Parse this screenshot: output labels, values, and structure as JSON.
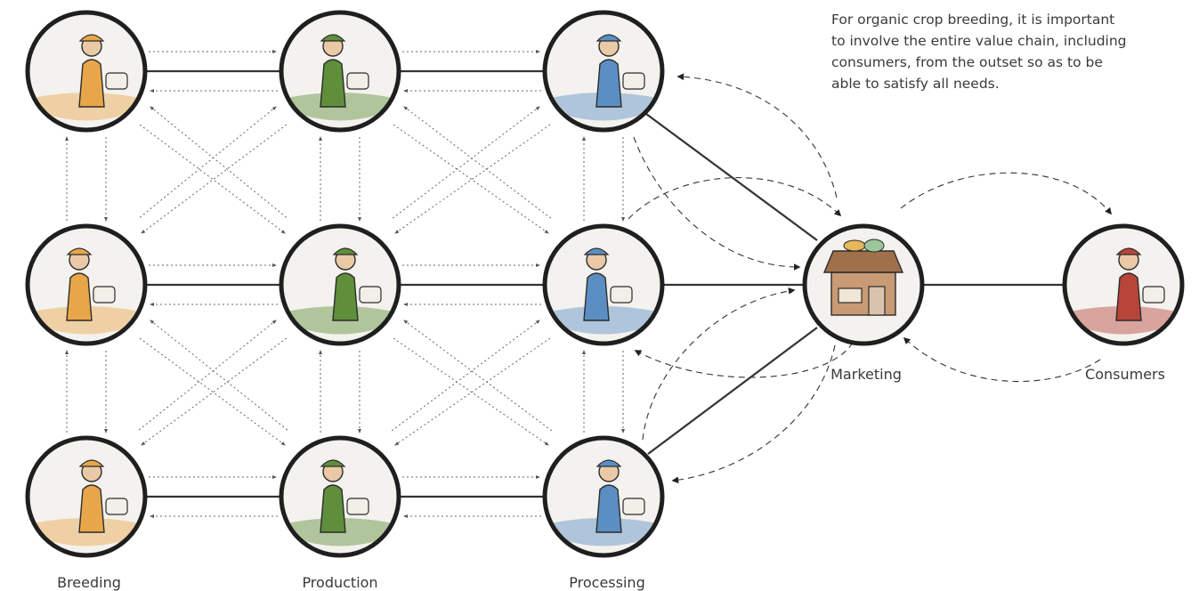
{
  "note": {
    "lines": [
      "For organic crop breeding, it is important",
      "to involve the entire value chain, including",
      "consumers, from the outset so as to be",
      "able to satisfy all needs."
    ]
  },
  "columns": {
    "breeding": "Breeding",
    "production": "Production",
    "processing": "Processing",
    "marketing": "Marketing",
    "consumers": "Consumers"
  },
  "nodes": [
    {
      "id": "breeding-scientist",
      "column": "breeding",
      "row": 1,
      "icon": "kneeling-researcher-icon",
      "accent": "#e8a64a"
    },
    {
      "id": "breeding-field-notes",
      "column": "breeding",
      "row": 2,
      "icon": "researcher-with-notebook-icon",
      "accent": "#e8a64a"
    },
    {
      "id": "breeding-livestock",
      "column": "breeding",
      "row": 3,
      "icon": "breeder-with-cow-icon",
      "accent": "#e8a64a"
    },
    {
      "id": "production-tractor",
      "column": "production",
      "row": 1,
      "icon": "tractor-icon",
      "accent": "#5f8f3a"
    },
    {
      "id": "production-hoeing",
      "column": "production",
      "row": 2,
      "icon": "farmer-hoeing-icon",
      "accent": "#5f8f3a"
    },
    {
      "id": "production-ox-plough",
      "column": "production",
      "row": 3,
      "icon": "farmer-with-ox-icon",
      "accent": "#5f8f3a"
    },
    {
      "id": "processing-miller",
      "column": "processing",
      "row": 1,
      "icon": "miller-with-sack-icon",
      "accent": "#5b8fc4"
    },
    {
      "id": "processing-baker",
      "column": "processing",
      "row": 2,
      "icon": "baker-icon",
      "accent": "#5b8fc4"
    },
    {
      "id": "processing-cheesemaker",
      "column": "processing",
      "row": 3,
      "icon": "cheesemaker-icon",
      "accent": "#5b8fc4"
    },
    {
      "id": "marketing-shop",
      "column": "marketing",
      "row": 2,
      "icon": "market-shop-icon",
      "accent": "#a0704a"
    },
    {
      "id": "consumer-shopper",
      "column": "consumers",
      "row": 2,
      "icon": "shopper-with-basket-icon",
      "accent": "#b8453a"
    }
  ]
}
